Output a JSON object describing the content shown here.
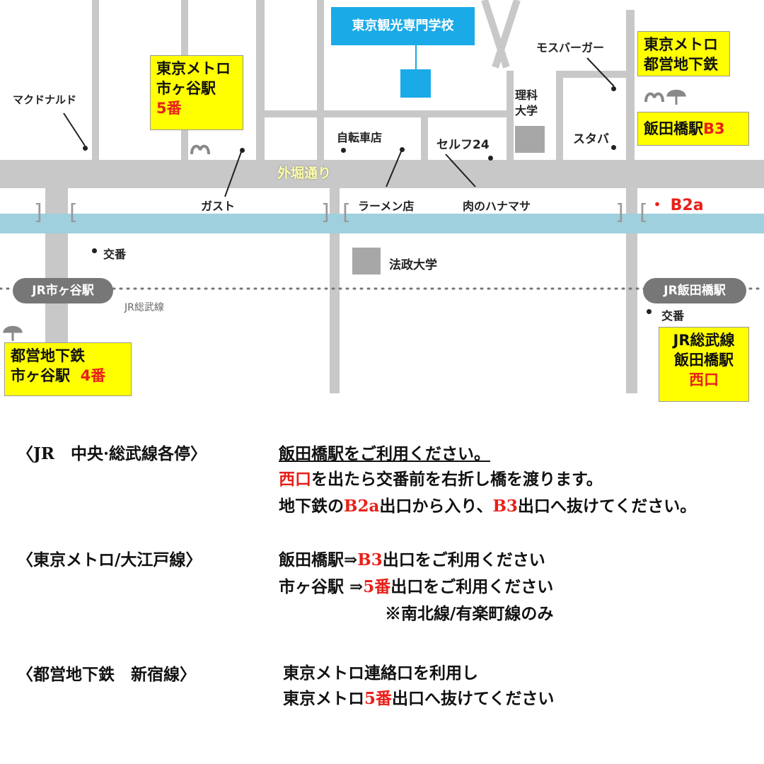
{
  "map": {
    "school": "東京観光専門学校",
    "street": "外堀通り",
    "stations": {
      "jr_ichigaya": "JR市ヶ谷駅",
      "jr_iidabashi": "JR飯田橋駅",
      "jr_line": "JR総武線"
    },
    "boxes": {
      "metro_ichigaya": {
        "line1": "東京メトロ",
        "line2": "市ヶ谷駅",
        "line3": "5番"
      },
      "metro_iidabashi": {
        "line1": "東京メトロ",
        "line2": "都営地下鉄"
      },
      "iidabashi_b3": {
        "name": "飯田橋駅",
        "exit": "B3"
      },
      "toei_ichigaya": {
        "line1": "都営地下鉄",
        "line2": "市ヶ谷駅",
        "exit": "4番"
      },
      "jr_west": {
        "line1": "JR総武線",
        "line2": "飯田橋駅",
        "line3": "西口"
      }
    },
    "exit_b2a": "・ B2a",
    "places": {
      "mcdonalds": "マクドナルド",
      "gusto": "ガスト",
      "bicycle": "自転車店",
      "ramen": "ラーメン店",
      "self24": "セルフ24",
      "hananamasa": "肉のハナマサ",
      "rika1": "理科",
      "rika2": "大学",
      "mos": "モスバーガー",
      "starbucks": "スタバ",
      "koban1": "交番",
      "hosei": "法政大学",
      "koban2": "交番"
    },
    "colors": {
      "school": "#1aaae8",
      "highlight": "#ffff00",
      "accent_red": "#e8201a",
      "river": "#9fd0dd"
    }
  },
  "guide": {
    "jr": {
      "title": "〈JR　中央·総武線各停〉",
      "l1": "飯田橋駅をご利用ください。",
      "l2a": "西口",
      "l2b": "を出たら交番前を右折し橋を渡ります。",
      "l3a": "地下鉄の",
      "l3b": "B2a",
      "l3c": "出口から入り、",
      "l3d": "B3",
      "l3e": "出口へ抜けてください。"
    },
    "metro": {
      "title": "〈東京メトロ/大江戸線〉",
      "l1a": "飯田橋駅⇒",
      "l1b": "B3",
      "l1c": "出口をご利用ください",
      "l2a": "市ヶ谷駅 ⇒",
      "l2b": "5番",
      "l2c": "出口をご利用ください",
      "l3": "※南北線/有楽町線のみ"
    },
    "toei": {
      "title": "〈都営地下鉄　新宿線〉",
      "l1": "東京メトロ連絡口を利用し",
      "l2a": "東京メトロ",
      "l2b": "5番",
      "l2c": "出口へ抜けてください"
    }
  }
}
